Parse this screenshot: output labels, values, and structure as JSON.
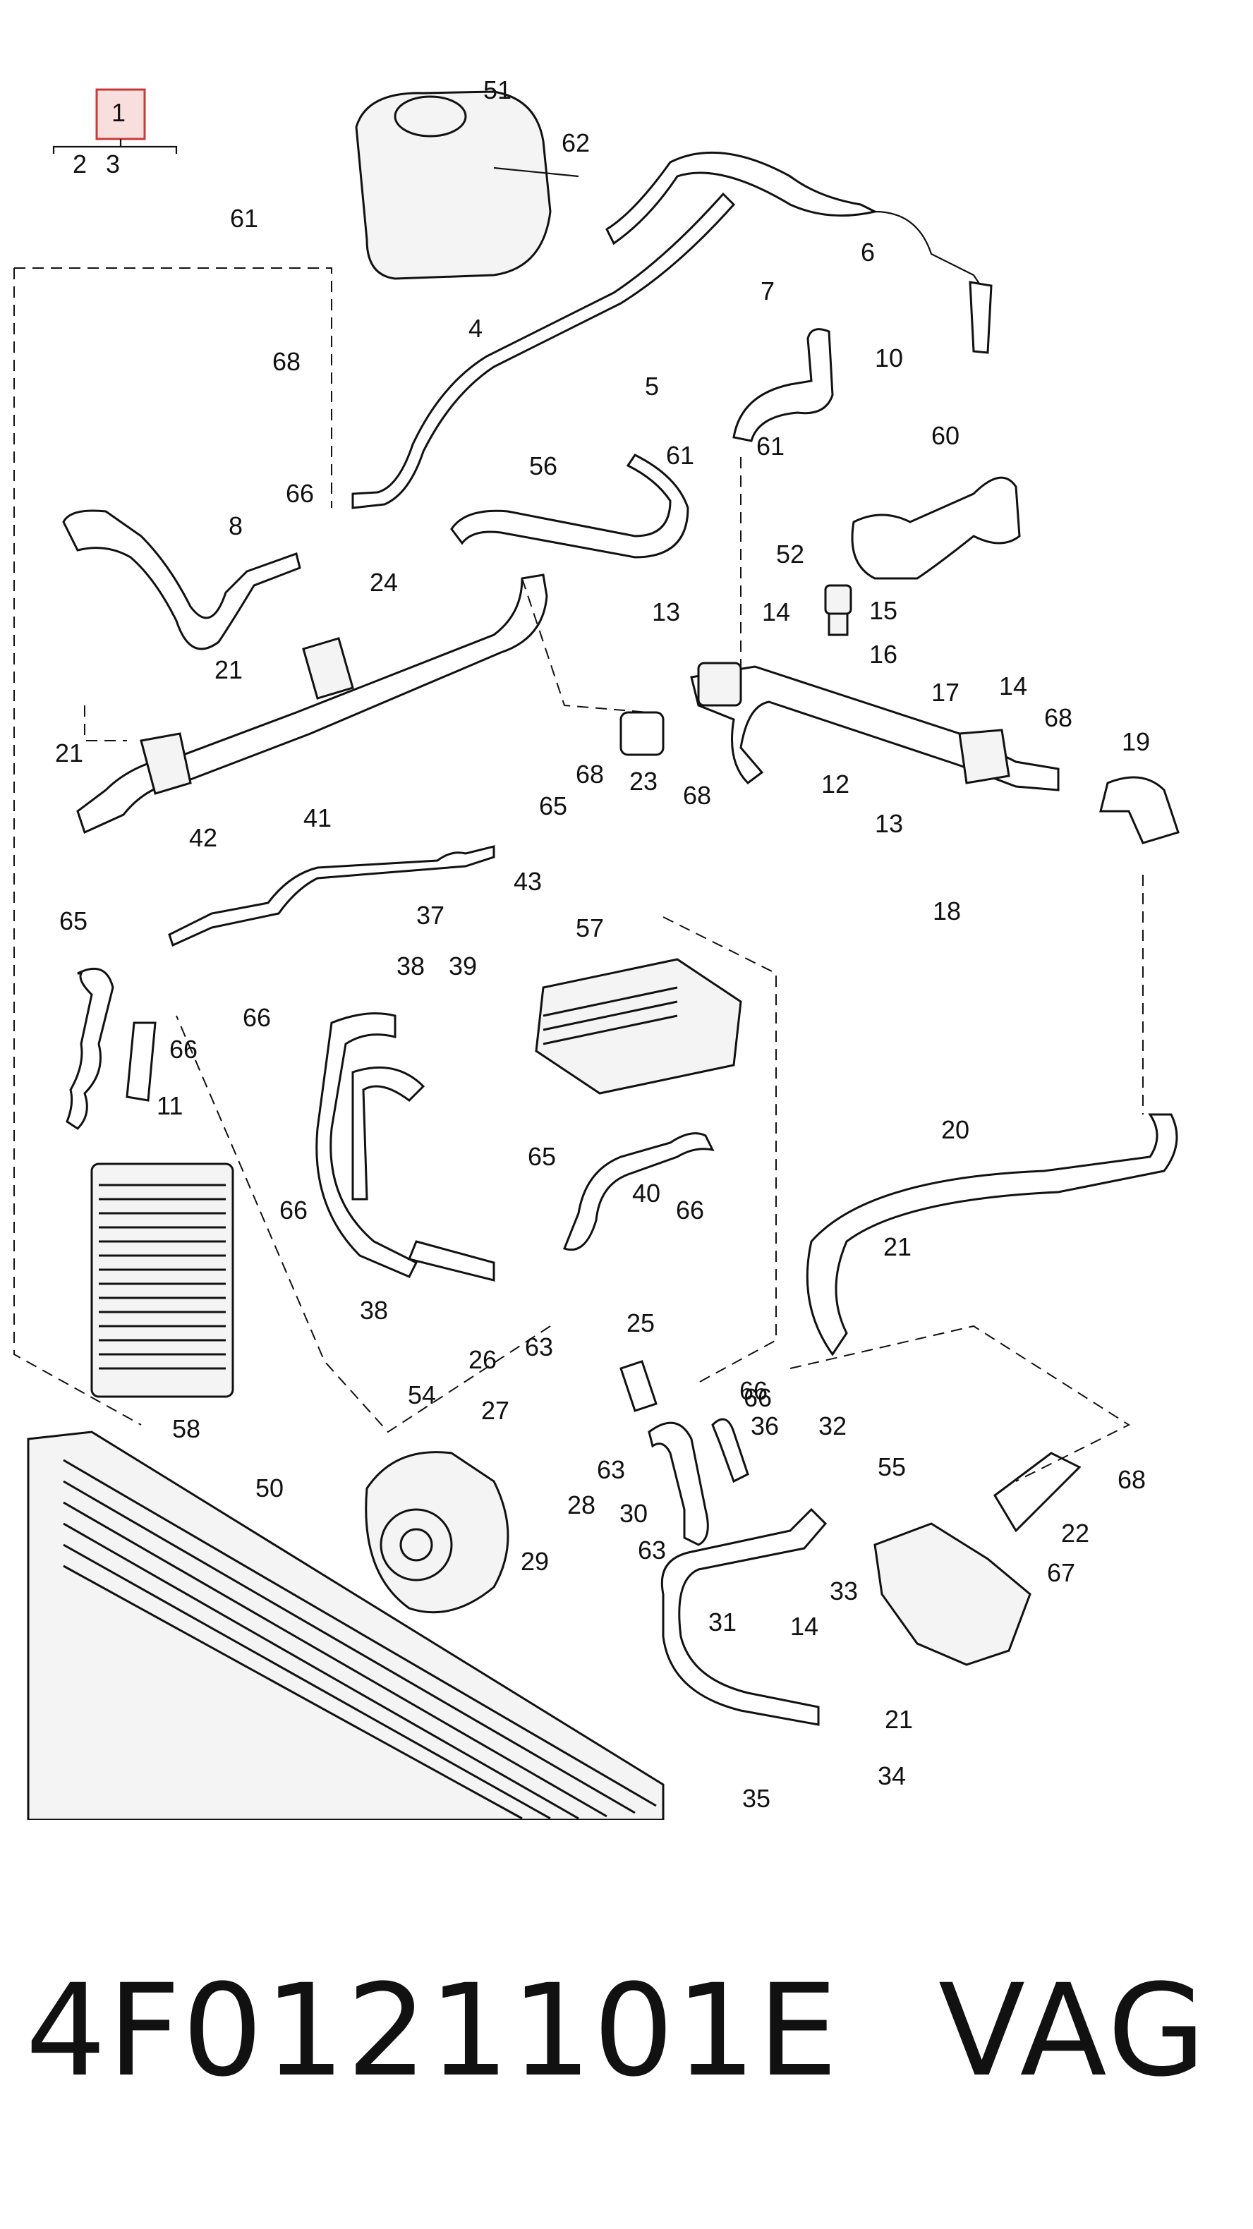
{
  "diagram": {
    "highlighted_callout": "1",
    "callouts": [
      "1",
      "2",
      "3",
      "51",
      "62",
      "61",
      "68",
      "6",
      "7",
      "5",
      "4",
      "10",
      "60",
      "61",
      "61",
      "52",
      "56",
      "66",
      "8",
      "24",
      "21",
      "21",
      "13",
      "14",
      "15",
      "16",
      "17",
      "14",
      "68",
      "19",
      "12",
      "13",
      "18",
      "68",
      "23",
      "68",
      "65",
      "42",
      "41",
      "43",
      "65",
      "66",
      "11",
      "37",
      "38",
      "39",
      "57",
      "66",
      "66",
      "65",
      "66",
      "40",
      "38",
      "58",
      "20",
      "21",
      "25",
      "63",
      "26",
      "27",
      "63",
      "54",
      "28",
      "29",
      "50",
      "66",
      "36",
      "32",
      "30",
      "63",
      "31",
      "55",
      "22",
      "67",
      "68",
      "14",
      "33",
      "21",
      "34",
      "35",
      "66"
    ]
  },
  "caption": {
    "part_number": "4F0121101E",
    "brand": "VAG"
  }
}
